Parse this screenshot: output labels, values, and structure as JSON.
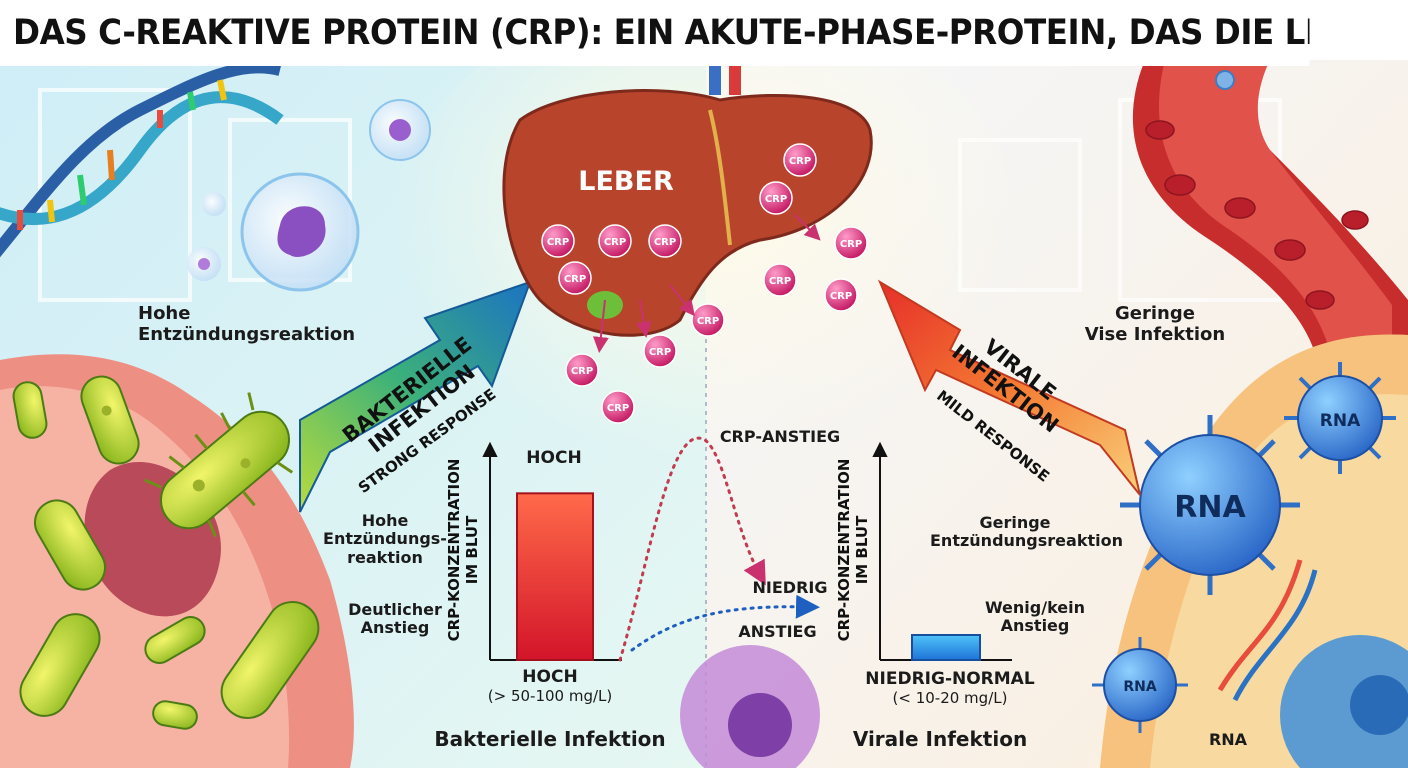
{
  "title": "DAS C-REAKTIVE PROTEIN (CRP): EIN AKUTE-PHASE-PROTEIN, DAS DIE LE-",
  "liver": {
    "label": "LEBER",
    "crp_badge": "CRP"
  },
  "bacterial": {
    "arrow_label_line1": "BAKTERIELLE",
    "arrow_label_line2": "INFEKTION",
    "response": "STRONG RESPONSE",
    "top_note_line1": "Hohe",
    "top_note_line2": "Entzündungsreaktion",
    "side_note_line1": "Hohe",
    "side_note_line2": "Entzündungs-",
    "side_note_line3": "reaktion",
    "rise_line1": "Deutlicher",
    "rise_line2": "Anstieg",
    "bar_label": "HOCH",
    "value_label": "HOCH",
    "value_range": "(> 50-100 mg/L)",
    "caption": "Bakterielle Infektion"
  },
  "viral": {
    "arrow_label_line1": "VIRALE",
    "arrow_label_line2": "INFEKTION",
    "response": "MILD RESPONSE",
    "top_note_line1": "Geringe",
    "top_note_line2": "Vise Infektion",
    "side_note_line1": "Geringe",
    "side_note_line2": "Entzündungsreaktion",
    "rise_line1": "Wenig/kein",
    "rise_line2": "Anstieg",
    "value_label": "NIEDRIG-NORMAL",
    "value_range": "(< 10-20 mg/L)",
    "caption": "Virale Infektion",
    "rna": "RNA"
  },
  "chart_center": {
    "rise": "CRP-ANSTIEG",
    "low": "NIEDRIG",
    "low_rise": "ANSTIEG"
  },
  "axis_label_line1": "CRP-KONZENTRATION",
  "axis_label_line2": "IM BLUT",
  "chart_data": {
    "type": "bar",
    "categories": [
      "Bakterielle Infektion",
      "Virale Infektion"
    ],
    "values": [
      100,
      15
    ],
    "ylabel": "CRP-KONZENTRATION IM BLUT",
    "ylim": [
      0,
      120
    ],
    "colors": [
      "#e02424",
      "#1e88e5"
    ]
  },
  "colors": {
    "crp": "#d81b74",
    "liver": "#b5402a",
    "bacterial_arrow": "#1e7fc4",
    "viral_arrow": "#ef4a2e",
    "bacteria": "#c8d62a",
    "virus": "#2f7fd6"
  }
}
